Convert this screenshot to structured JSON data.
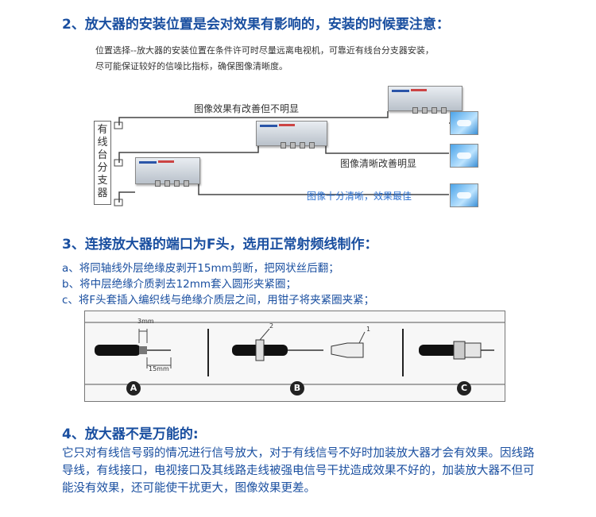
{
  "section2": {
    "title": "2、放大器的安装位置是会对效果有影响的，安装的时候要注意：",
    "desc_line1": "位置选择--放大器的安装位置在条件许可时尽量远离电视机，可靠近有线台分支器安装，",
    "desc_line2": "尽可能保证较好的信噪比指标，确保图像清晰度。",
    "splitter_label": [
      "有",
      "线",
      "台",
      "分",
      "支",
      "器"
    ],
    "caption_top": "图像效果有改善但不明显",
    "caption_mid": "图像清晰改善明显",
    "caption_bottom": "图像十分清晰，效果最佳"
  },
  "section3": {
    "title": "3、连接放大器的端口为F头，选用正常射频线制作：",
    "steps": [
      "a、将同轴线外层绝缘皮剥开15mm剪断，把网状丝后翻；",
      "b、将中层绝缘介质剥去12mm套入圆形夹紧圈；",
      "c、将F头套插入编织线与绝缘介质层之间，用钳子将夹紧圈夹紧；"
    ],
    "dim_3mm": "3mm",
    "dim_15mm": "15mm",
    "part_1": "1",
    "part_2": "2",
    "step_a": "A",
    "step_b": "B",
    "step_c": "C"
  },
  "section4": {
    "title": "4、放大器不是万能的:",
    "body": "它只对有线信号弱的情况进行信号放大，对于有线信号不好时加装放大器才会有效果。因线路导线，有线接口，电视接口及其线路走线被强电信号干扰造成效果不好的，加装放大器不但可能没有效果，还可能使干扰更大，图像效果更差。"
  },
  "colors": {
    "heading": "#1a4fa0",
    "accent_caption": "#2a6fd0"
  }
}
